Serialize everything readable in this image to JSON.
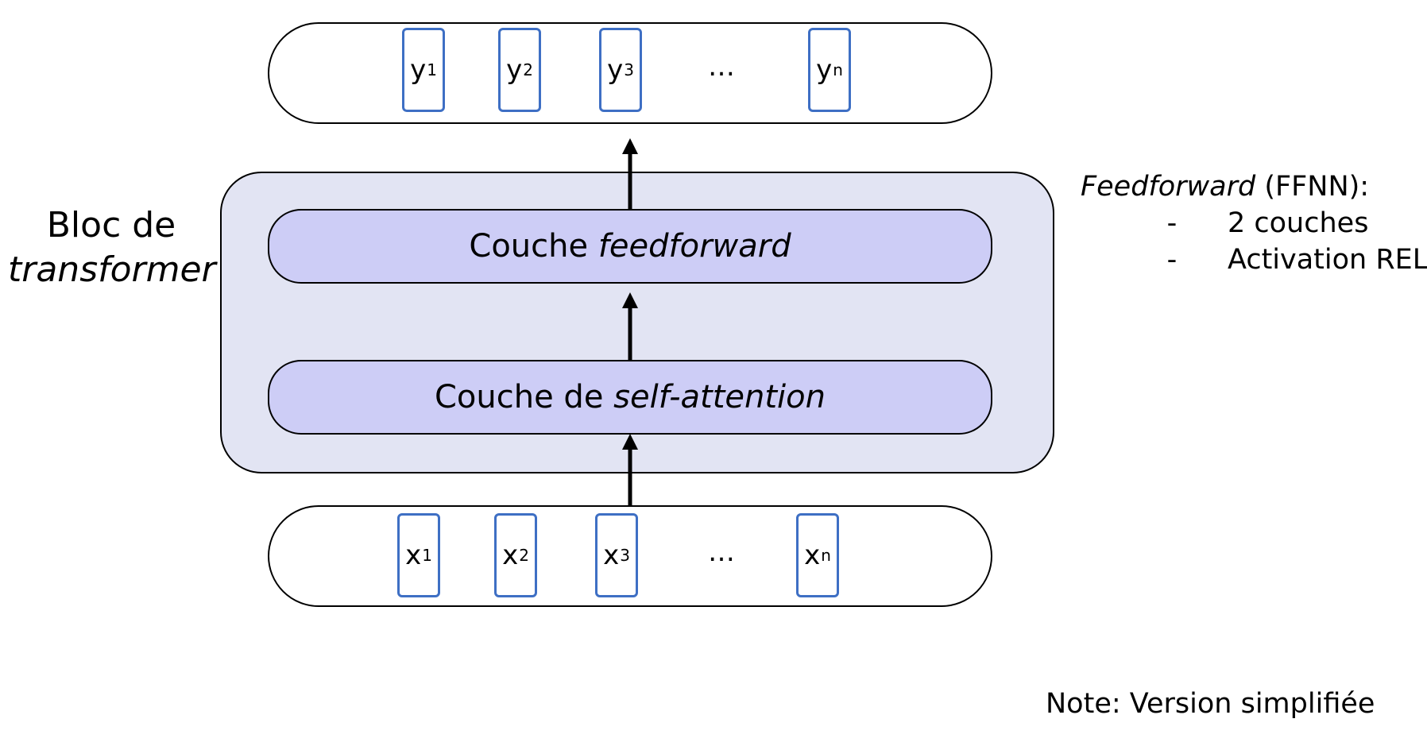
{
  "outputs": {
    "tokens": [
      {
        "base": "y",
        "sub": "1"
      },
      {
        "base": "y",
        "sub": "2"
      },
      {
        "base": "y",
        "sub": "3"
      },
      {
        "base": "y",
        "sub": "n"
      }
    ],
    "ellipsis": "…"
  },
  "inputs": {
    "tokens": [
      {
        "base": "x",
        "sub": "1"
      },
      {
        "base": "x",
        "sub": "2"
      },
      {
        "base": "x",
        "sub": "3"
      },
      {
        "base": "x",
        "sub": "n"
      }
    ],
    "ellipsis": "…"
  },
  "block": {
    "label_line1": "Bloc de",
    "label_line2": "transformer",
    "feedforward_layer": {
      "prefix": "Couche ",
      "emphasis": "feedforward"
    },
    "attention_layer": {
      "prefix": "Couche de ",
      "emphasis": "self-attention"
    }
  },
  "notes": {
    "heading_em": "Feedforward",
    "heading_rest": " (FFNN):",
    "items": [
      {
        "dash": "-",
        "text": "2 couches"
      },
      {
        "dash": "-",
        "text": "Activation RELU"
      }
    ]
  },
  "footnote": "Note: Version simplifiée",
  "colors": {
    "token_border": "#3e6fc4",
    "block_fill": "#e2e4f3",
    "layer_fill": "#cdcdf6"
  }
}
